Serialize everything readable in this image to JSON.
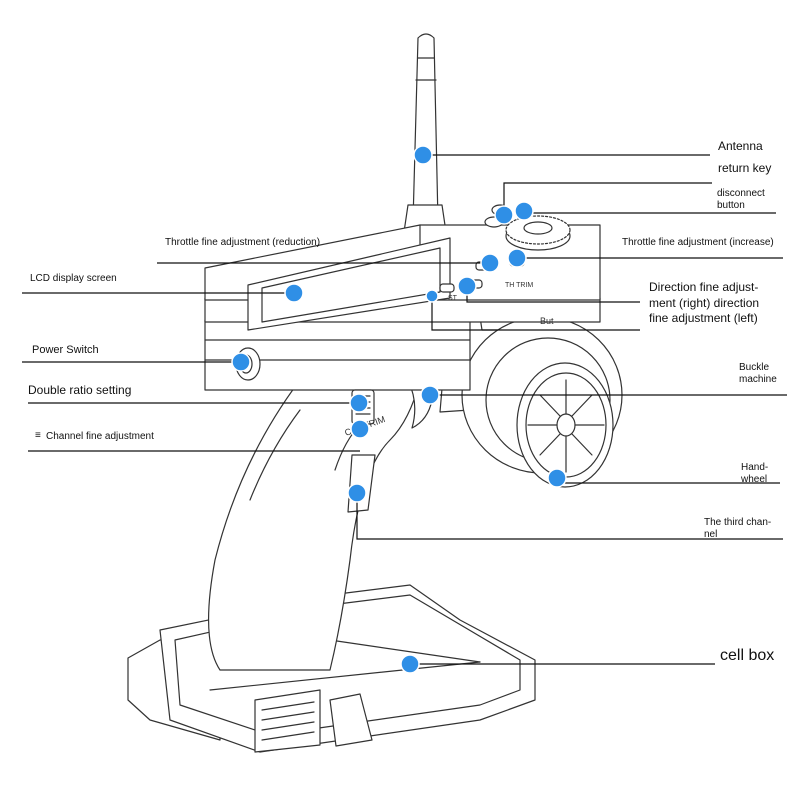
{
  "callouts": [
    {
      "id": "antenna",
      "label": "Antenna"
    },
    {
      "id": "return-key",
      "label": "return key"
    },
    {
      "id": "disconnect-button",
      "label": "disconnect button"
    },
    {
      "id": "throttle-reduction",
      "label": "Throttle fine adjustment (reduction)"
    },
    {
      "id": "throttle-increase",
      "label": "Throttle fine adjustment (increase)"
    },
    {
      "id": "lcd-display",
      "label": "LCD display screen"
    },
    {
      "id": "direction-fine",
      "label": "Direction fine adjust- ment (right) direction fine adjustment (left)"
    },
    {
      "id": "power-switch",
      "label": "Power Switch"
    },
    {
      "id": "double-ratio",
      "label": "Double ratio setting"
    },
    {
      "id": "channel-fine",
      "label": "Channel fine adjustment"
    },
    {
      "id": "buckle-machine",
      "label": "Buckle machine"
    },
    {
      "id": "hand-wheel",
      "label": "Hand- wheel"
    },
    {
      "id": "third-channel",
      "label": "The third chan- nel"
    },
    {
      "id": "cell-box",
      "label": "cell box"
    }
  ],
  "device_text": {
    "trim": "CH3 TRIM",
    "but": "But",
    "st": "ST",
    "th_trim": "TH TRIM"
  },
  "colors": {
    "marker": "#2f8fe6",
    "line": "#111111",
    "outline": "#333333"
  }
}
